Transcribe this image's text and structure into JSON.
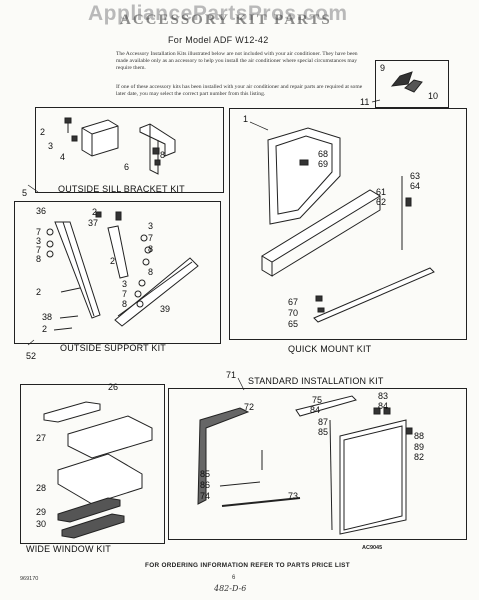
{
  "watermark": "AppliancePartsPros.com",
  "header": {
    "title": "ACCESSORY KIT PARTS",
    "model": "For Model ADF W12-42",
    "intro_1": "The Accessory Installation Kits illustrated below are not included with your air conditioner. They have been made available only as an accessory to help you install the air conditioner where special circumstances may require them.",
    "intro_2": "If one of these accessory kits has been installed with your air conditioner and repair parts are required at some later date, you may select the correct part number from this listing."
  },
  "kits": {
    "outside_sill": "OUTSIDE SILL BRACKET KIT",
    "outside_support": "OUTSIDE SUPPORT KIT",
    "quick_mount": "QUICK MOUNT KIT",
    "standard": "STANDARD INSTALLATION KIT",
    "wide_window": "WIDE WINDOW KIT"
  },
  "part_numbers": {
    "n1": "1",
    "n2a": "2",
    "n3a": "3",
    "n4": "4",
    "n5": "5",
    "n6": "6",
    "n8a": "8",
    "n9": "9",
    "n10": "10",
    "n11": "11",
    "n36": "36",
    "n7a": "7",
    "n2b": "2",
    "n37": "37",
    "n3b": "3",
    "n7b": "7",
    "n8b": "8",
    "n3c": "3",
    "n7c": "7",
    "n8c": "8",
    "n2c": "2",
    "n8d": "8",
    "n3d": "3",
    "n7d": "7",
    "n8e": "8",
    "n2d": "2",
    "n39": "39",
    "n38": "38",
    "n2e": "2",
    "n52": "52",
    "n68": "68",
    "n69": "69",
    "n63": "63",
    "n64": "64",
    "n61": "61",
    "n62": "62",
    "n67": "67",
    "n70": "70",
    "n65": "65",
    "n26": "26",
    "n27": "27",
    "n28": "28",
    "n29": "29",
    "n30": "30",
    "n71": "71",
    "n72": "72",
    "n75": "75",
    "n84a": "84",
    "n83": "83",
    "n84b": "84",
    "n87": "87",
    "n85a": "85",
    "n88": "88",
    "n89": "89",
    "n82": "82",
    "n85b": "85",
    "n86": "86",
    "n74": "74",
    "n73": "73"
  },
  "code": "AC9045",
  "footer": "FOR ORDERING INFORMATION REFER TO PARTS PRICE LIST",
  "doc_number": "969170",
  "page_number": "6",
  "handwritten_note": "482-D-6"
}
